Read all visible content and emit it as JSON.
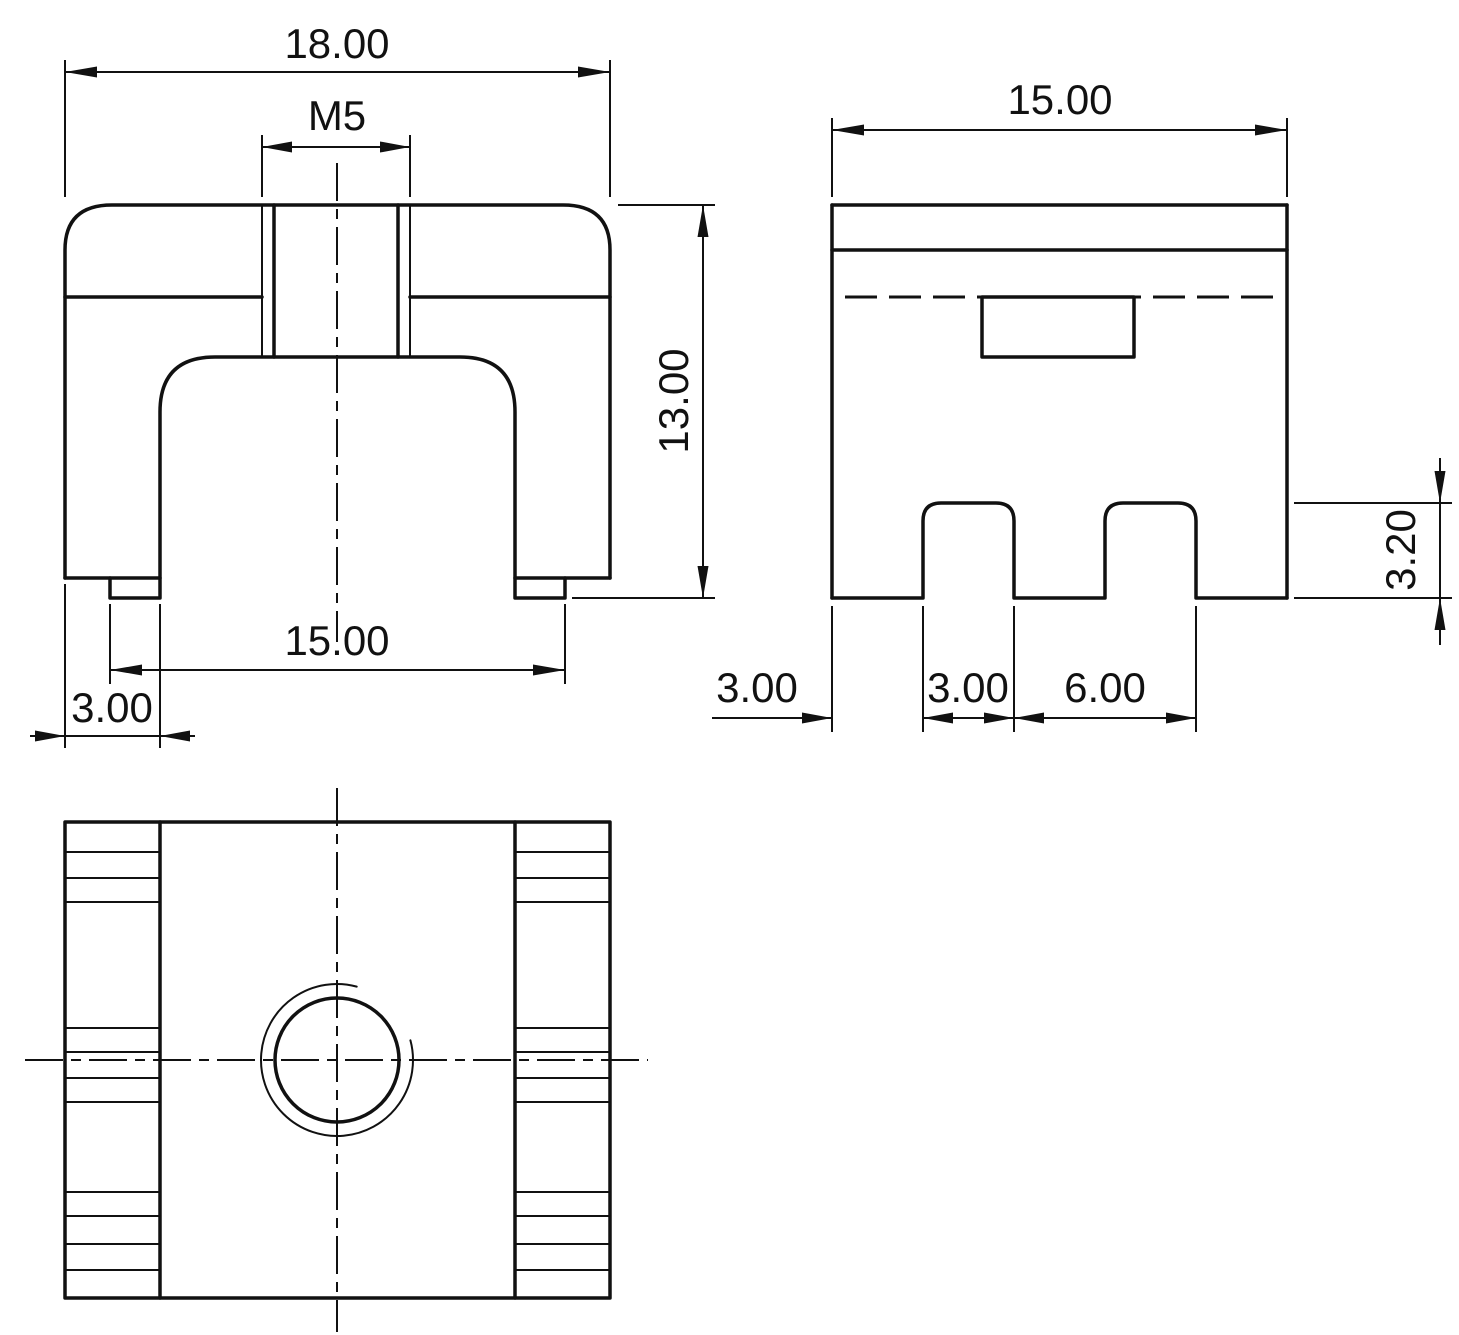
{
  "drawing": {
    "type": "technical-three-view-part-drawing",
    "front_view": {
      "width_dim": "18.00",
      "thread_dim": "M5",
      "height_dim": "13.00",
      "feet_dim": "15.00",
      "offset_dim": "3.00"
    },
    "side_view": {
      "depth_dim": "15.00",
      "tooth_height_dim": "3.20",
      "tooth_a_dim": "3.00",
      "tooth_b_dim": "3.00",
      "pitch_dim": "6.00"
    },
    "colors": {
      "line": "#111111",
      "background": "#ffffff"
    }
  }
}
